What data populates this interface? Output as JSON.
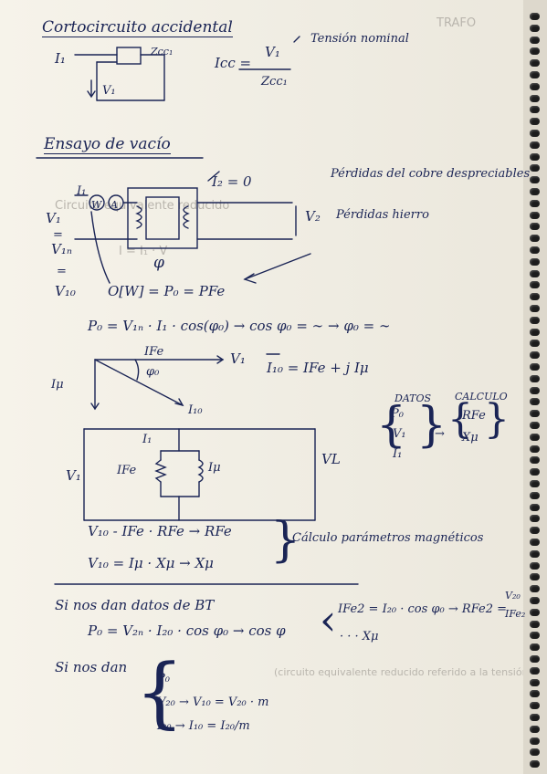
{
  "section1": {
    "title": "Cortocircuito accidental",
    "i1": "I₁",
    "zcc1": "Zcc₁",
    "v1": "V₁",
    "formula_lhs": "Icc =",
    "formula_num": "V₁",
    "formula_den": "Zcc₁",
    "note": "Tensión nominal"
  },
  "section2": {
    "title": "Ensayo de vacío",
    "i1": "I₁",
    "w": "W",
    "a": "A",
    "v1_label": "V₁",
    "v1n_label": "V₁ₙ",
    "v10_label": "V₁₀",
    "eq_sign1": "=",
    "eq_sign2": "=",
    "v2": "V₂",
    "i2_zero": "I₂ = 0",
    "phi": "φ",
    "note_line1": "Pérdidas del cobre despreciables",
    "note_line2": "Pérdidas hierro",
    "watt_eq": "O[W] = P₀ = PFe",
    "power_eq": "P₀ = V₁ₙ · I₁ · cos(φ₀)  →  cos φ₀ =  ∼  →  φ₀ = ∼"
  },
  "phasor": {
    "ife": "IFe",
    "phi0": "φ₀",
    "v1": "V₁",
    "imu": "Iμ",
    "i10": "I₁₀",
    "current_eq": "I₁₀ = IFe + j Iμ"
  },
  "datos": {
    "datos_title": "DATOS",
    "calculo_title": "CALCULO",
    "datos_items": [
      "P₀",
      "V₁",
      "I₁"
    ],
    "calculo_items": [
      "RFe",
      "Xμ"
    ]
  },
  "circuit2": {
    "i1": "I₁",
    "ife": "IFe",
    "imu": "Iμ",
    "v1": "V₁",
    "vl": "VL"
  },
  "equations": {
    "eq1": "V₁₀ - IFe · RFe  →  RFe",
    "eq2": "V₁₀ = Iμ · Xμ  →  Xμ",
    "note": "Cálculo parámetros magnéticos"
  },
  "section3": {
    "title": "Si nos dan datos de BT",
    "eq_main": "P₀ = V₂ₙ · I₂₀ · cos φ₀  →  cos φ",
    "branch1": "IFe2 = I₂₀ · cos φ₀  →  RFe2 =",
    "frac_num": "V₂₀",
    "frac_den": "IFe₂",
    "branch2": "· · · Xμ",
    "given_label": "Si nos dan",
    "given_items": [
      "P₀",
      "V₂₀  →  V₁₀ = V₂₀ · m",
      "I₂₀  →  I₁₀ = I₂₀/m"
    ]
  },
  "ghost": {
    "g1": "TRAFO",
    "g2": "Circuito equivalente reducido",
    "g3": "I = I₁ · V",
    "g4": "(circuito equivalente reducido referido a la tensión de alta)"
  }
}
